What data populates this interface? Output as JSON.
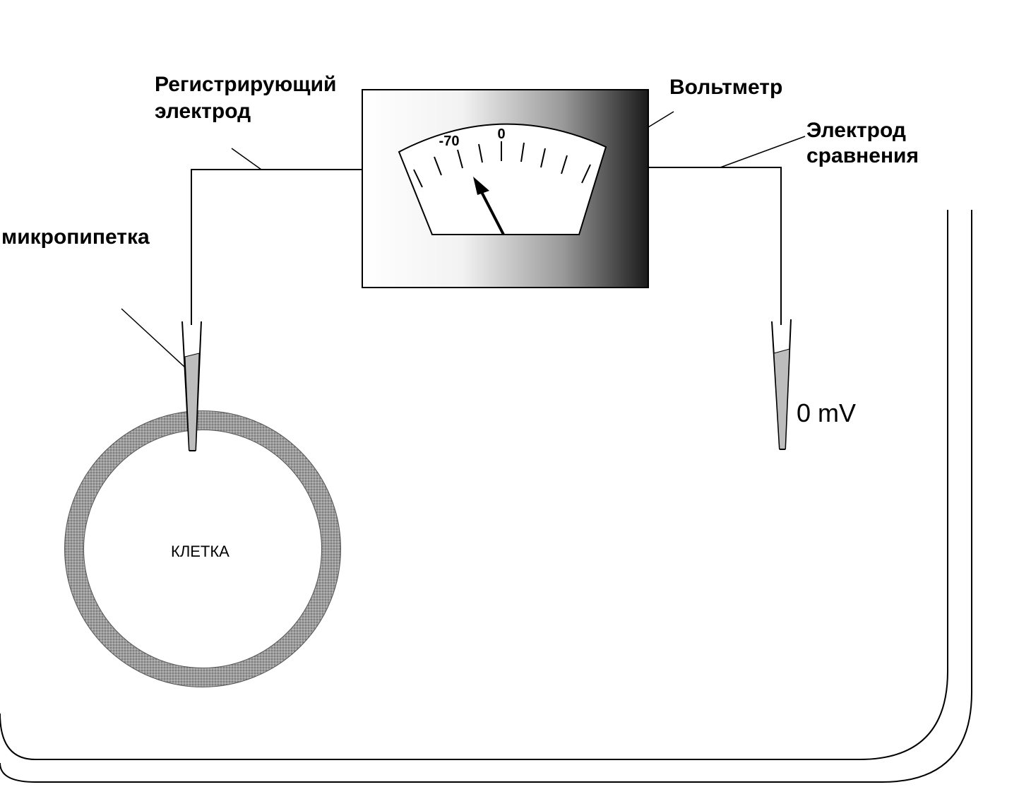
{
  "labels": {
    "recording_electrode_line1": "Регистрирующий",
    "recording_electrode_line2": "электрод",
    "voltmeter": "Вольтметр",
    "reference_electrode_line1": "Электрод",
    "reference_electrode_line2": "сравнения",
    "micropipette": "микропипетка",
    "cell": "КЛЕТКА",
    "bath_potential": "0 mV"
  },
  "voltmeter_scale": {
    "labels": [
      "-70",
      "0"
    ],
    "reading": "-70"
  },
  "colors": {
    "ink": "#000000",
    "membrane": "#8a8a8a",
    "background": "#ffffff"
  }
}
